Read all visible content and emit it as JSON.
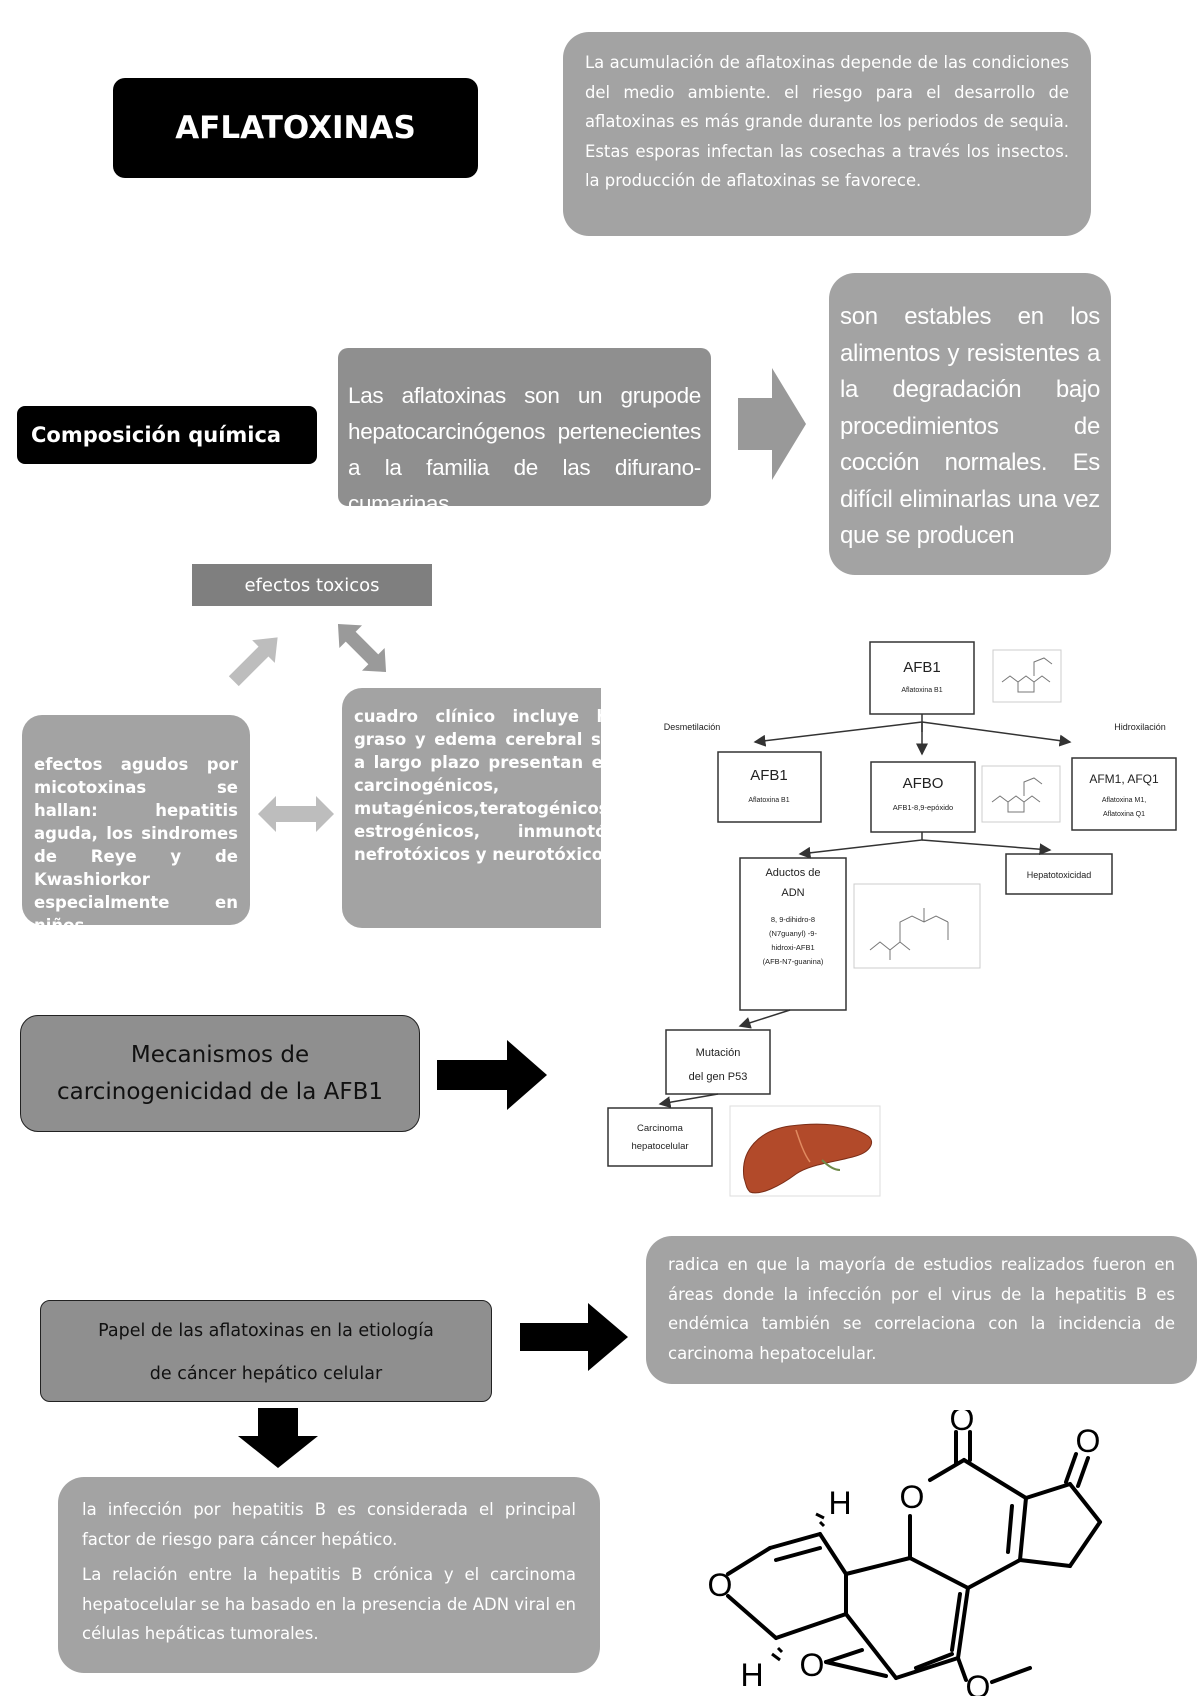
{
  "title": "AFLATOXINAS",
  "top_note": "La acumulación de aflatoxinas depende de las condiciones del medio ambiente. el riesgo para el desarrollo de aflatoxinas es más grande durante los periodos de sequia. Estas esporas infectan las cosechas a través los insectos. la producción de aflatoxinas se favorece.",
  "composition": {
    "label": "Composición química",
    "definition": "Las aflatoxinas son un grupode hepatocarcinógenos pertenecientes a la familia de las difurano-cumarinas.",
    "stability": "son estables en los alimentos y resistentes a la degradación bajo procedimientos de cocción normales. Es difícil eliminarlas una vez que se producen"
  },
  "effects": {
    "header": "efectos toxicos",
    "acute": "efectos agudos por micotoxinas se hallan: hepatitis aguda, los sindromes de Reye y de Kwashiorkor especialmente en niños",
    "chronic": "cuadro clínico incluye hígado graso y edema cerebral severo; a largo plazo presentan efectos carcinogénicos, mutagénicos,teratogénicos, estrogénicos, inmunotóxicos, nefrotóxicos y neurotóxicos."
  },
  "mechanism": {
    "label": "Mecanismos de carcinogenicidad de la AFB1",
    "flow": {
      "afb1_top": {
        "title": "AFB1",
        "sub": "Aflatoxina B1"
      },
      "demethylation": "Desmetilación",
      "hydroxylation": "Hidroxilación",
      "afb1_left": {
        "title": "AFB1",
        "sub": "Aflatoxina B1"
      },
      "afbo": {
        "title": "AFBO",
        "sub": "AFB1-8,9-epóxido"
      },
      "afm1": {
        "title": "AFM1, AFQ1",
        "sub1": "Aflatoxina M1,",
        "sub2": "Aflatoxina Q1"
      },
      "adducts": {
        "title1": "Aductos de",
        "title2": "ADN",
        "l1": "8, 9-dihidro-8",
        "l2": "(N7guanyl) -9-",
        "l3": "hidroxi-AFB1",
        "l4": "(AFB-N7-guanina)"
      },
      "hepatotox": "Hepatotoxicidad",
      "mutation": {
        "l1": "Mutación",
        "l2": "del gen P53"
      },
      "carcinoma": {
        "l1": "Carcinoma",
        "l2": "hepatocelular"
      }
    }
  },
  "role": {
    "label_line1": "Papel de las aflatoxinas en la etiología",
    "label_line2": "de cáncer hepático celular",
    "explanation": "radica en que la mayoría de estudios realizados fueron en áreas donde la infección por el virus de la hepatitis B es endémica también se correlaciona con la incidencia de carcinoma hepatocelular.",
    "risk_p1": "la infección por hepatitis B es considerada el principal factor de riesgo para cáncer hepático.",
    "risk_p2": "La relación entre la hepatitis B crónica y el carcinoma hepatocelular se ha basado en la presencia de ADN viral en células hepáticas tumorales."
  },
  "molecule_atoms": {
    "o": "O",
    "h": "H"
  },
  "colors": {
    "black": "#000000",
    "box_gray": "#a3a3a3",
    "dark_gray": "#8f8f8f",
    "arrow_gray": "#999999",
    "liver": "#b24a2a"
  }
}
